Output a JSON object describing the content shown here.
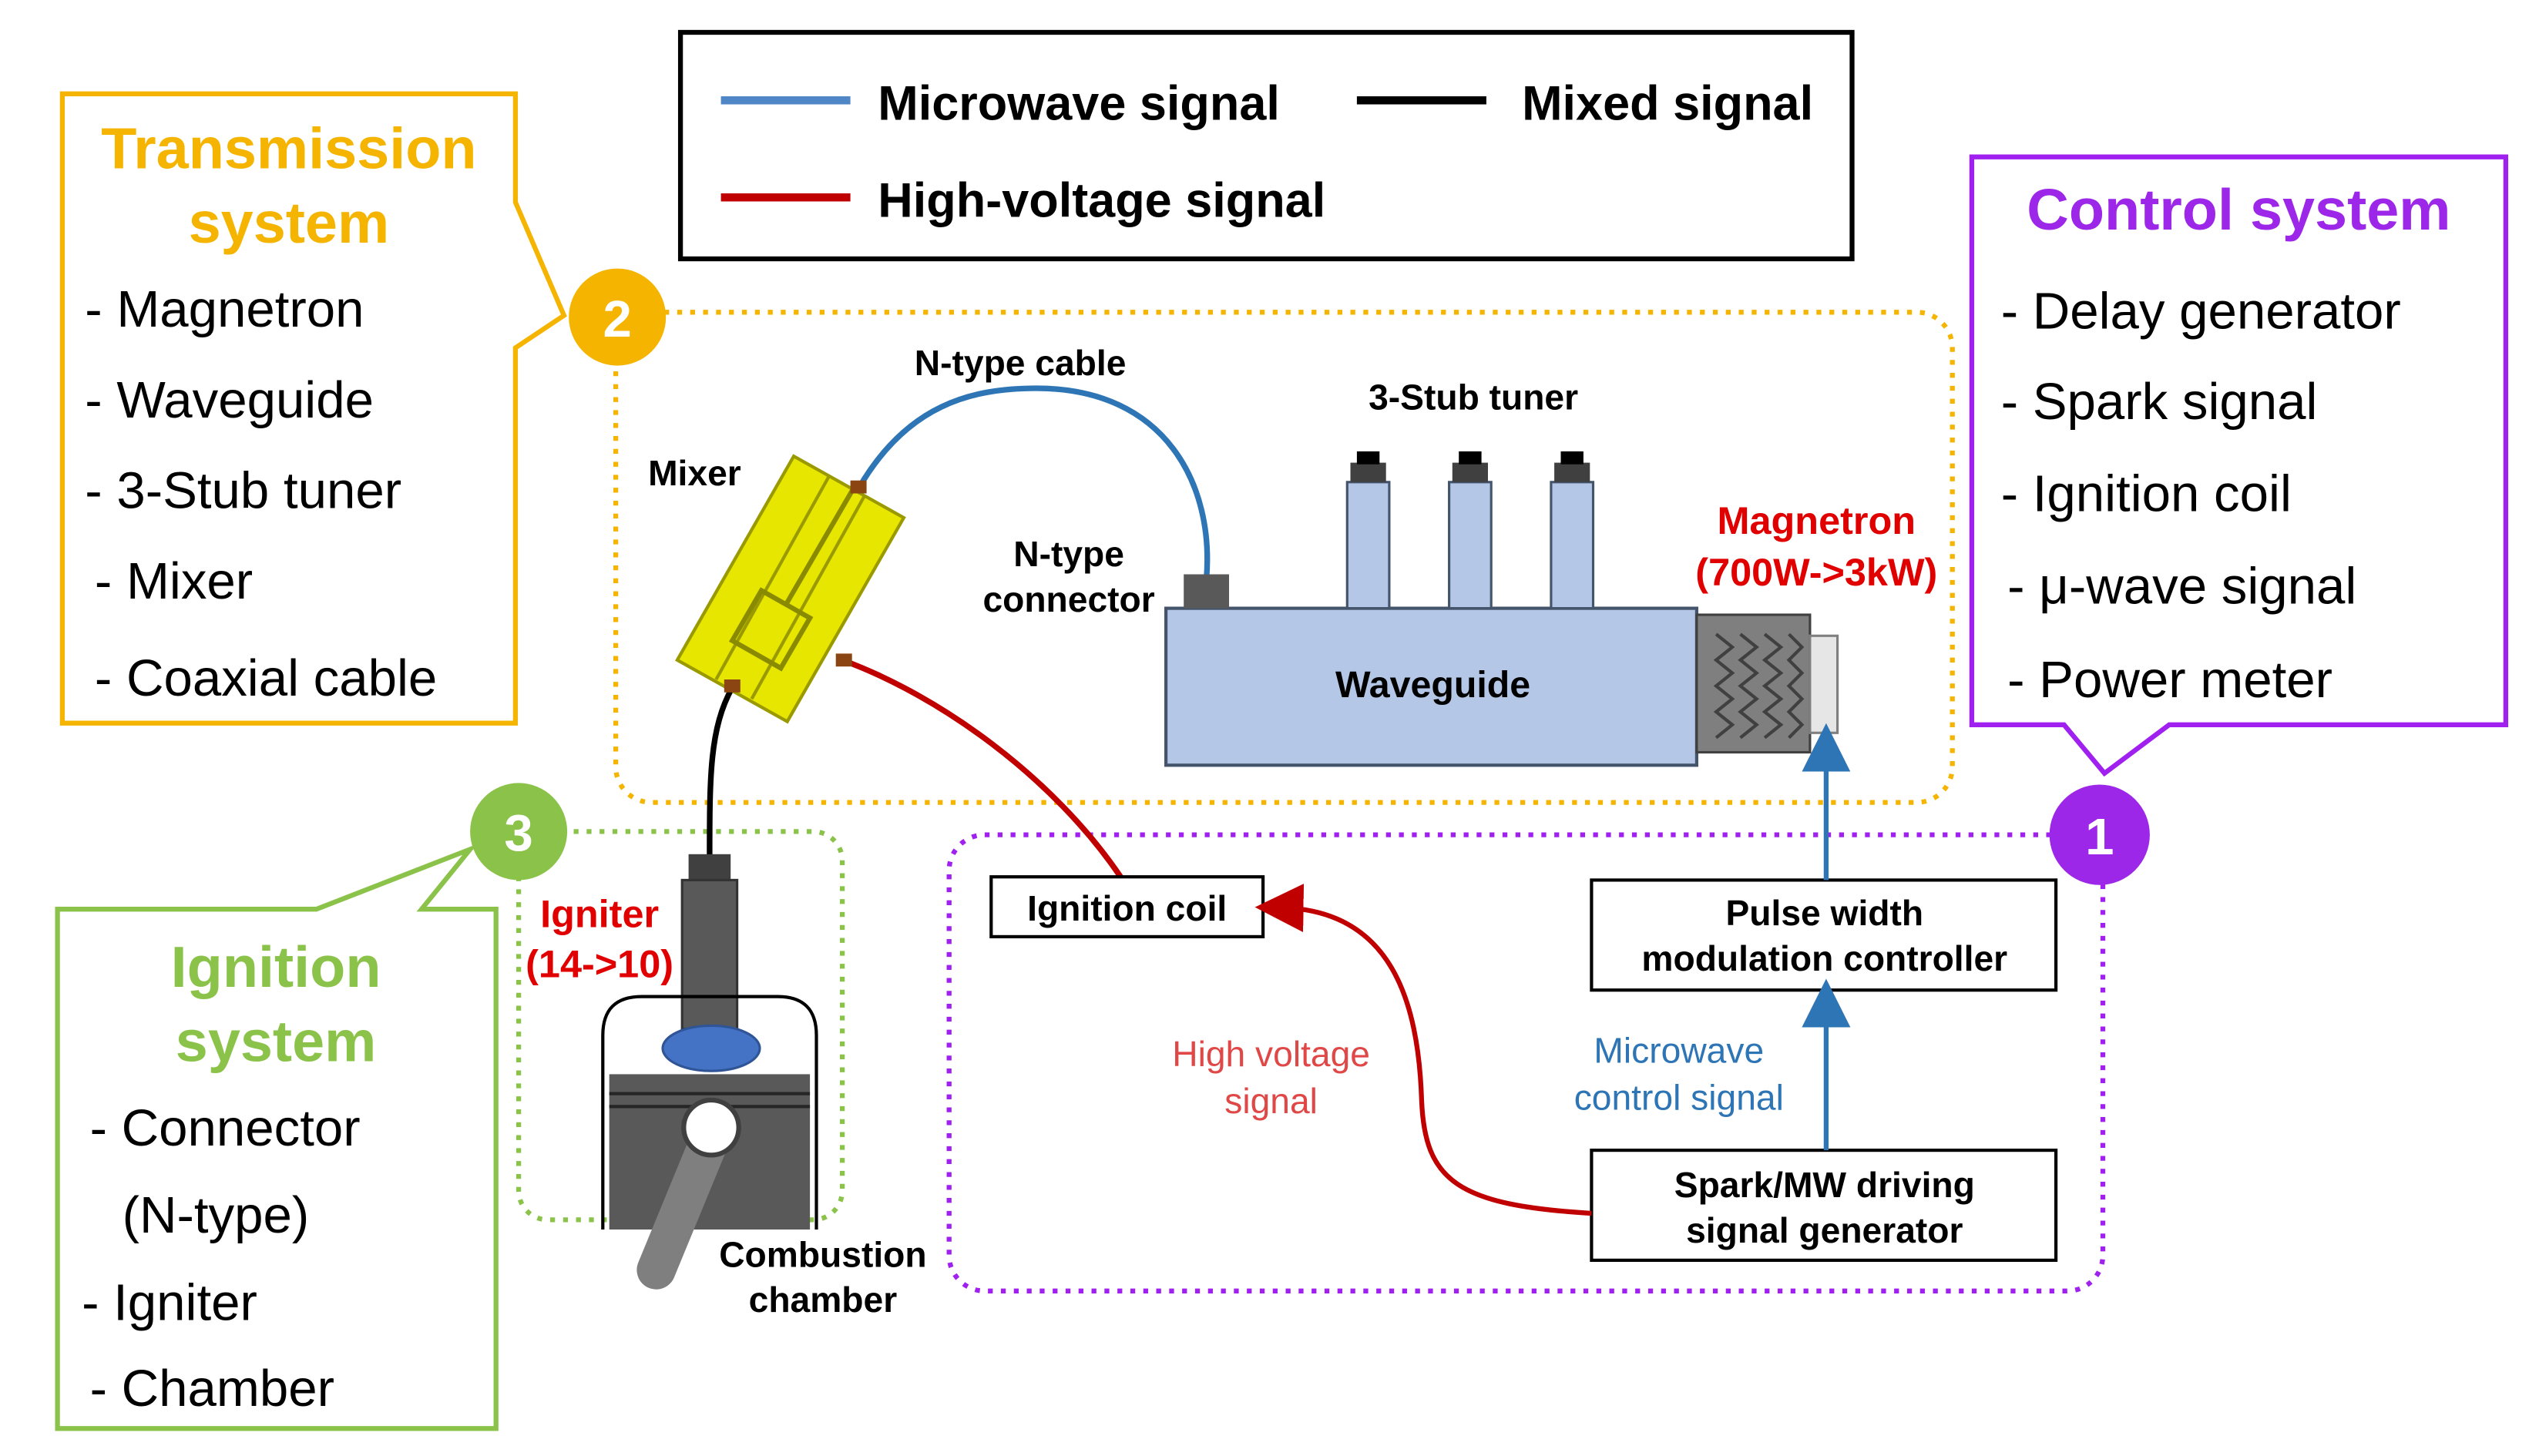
{
  "legend": {
    "microwave": "Microwave signal",
    "mixed": "Mixed signal",
    "high_voltage": "High-voltage signal"
  },
  "transmission": {
    "title_line1": "Transmission",
    "title_line2": "system",
    "items": [
      "- Magnetron",
      "- Waveguide",
      "- 3-Stub tuner",
      "- Mixer",
      "- Coaxial cable"
    ]
  },
  "control": {
    "title": "Control system",
    "items": [
      "- Delay generator",
      "- Spark signal",
      "- Ignition coil",
      "- μ-wave signal",
      "- Power meter"
    ]
  },
  "ignition": {
    "title_line1": "Ignition",
    "title_line2": "system",
    "items": [
      "- Connector",
      "(N-type)",
      "- Igniter",
      "- Chamber"
    ]
  },
  "badges": {
    "transmission": "2",
    "ignition": "3",
    "control": "1"
  },
  "labels": {
    "mixer": "Mixer",
    "n_type_cable": "N-type cable",
    "n_type_connector_line1": "N-type",
    "n_type_connector_line2": "connector",
    "three_stub_tuner": "3-Stub tuner",
    "waveguide": "Waveguide",
    "magnetron": "Magnetron",
    "magnetron_power": "(700W->3kW)",
    "igniter": "Igniter",
    "igniter_spec": "(14->10)",
    "combustion_line1": "Combustion",
    "combustion_line2": "chamber",
    "hv_signal_line1": "High voltage",
    "hv_signal_line2": "signal",
    "mw_control_line1": "Microwave",
    "mw_control_line2": "control signal"
  },
  "boxes": {
    "ignition_coil": "Ignition coil",
    "pwm_line1": "Pulse width",
    "pwm_line2": "modulation controller",
    "generator_line1": "Spark/MW driving",
    "generator_line2": "signal generator"
  },
  "colors": {
    "microwave_signal": "#4f86c6",
    "mixed_signal": "#000000",
    "high_voltage_signal": "#c00000",
    "transmission_accent": "#f4b400",
    "control_accent": "#9c27e8",
    "ignition_accent": "#8bc34a"
  }
}
